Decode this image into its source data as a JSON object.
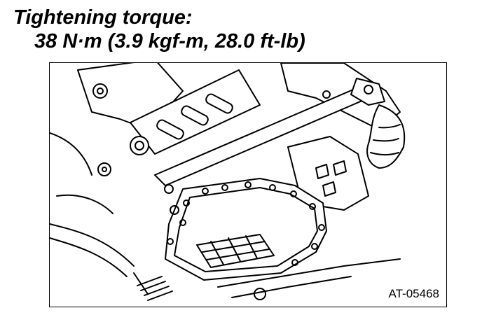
{
  "heading": {
    "title": "Tightening torque:",
    "value": "38 N·m (3.9 kgf-m, 28.0 ft-lb)"
  },
  "figure": {
    "id_label": "AT-05468"
  }
}
